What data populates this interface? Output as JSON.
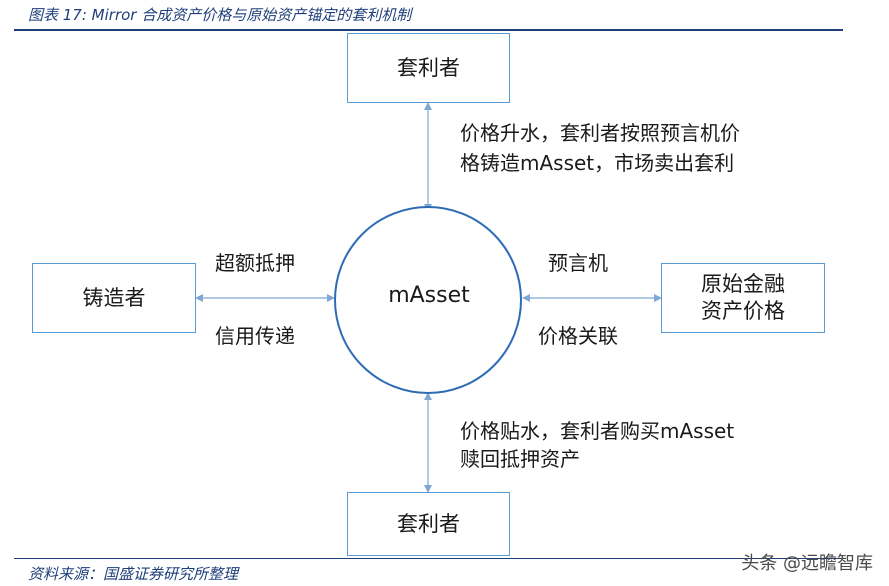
{
  "caption": "图表 17: Mirror 合成资产价格与原始资产锚定的套利机制",
  "source": "资料来源：国盛证券研究所整理",
  "watermark": "头条 @远瞻智库",
  "nodes": {
    "top_arbitrageur": "套利者",
    "bottom_arbitrageur": "套利者",
    "minter": "铸造者",
    "center": "mAsset",
    "original_asset": [
      "原始金融",
      "资产价格"
    ]
  },
  "edge_labels": {
    "top": [
      "价格升水，套利者按照预言机价",
      "格铸造mAsset，市场卖出套利"
    ],
    "bottom": [
      "价格贴水，套利者购买mAsset",
      "赎回抵押资产"
    ],
    "left_above": "超额抵押",
    "left_below": "信用传递",
    "right_above": "预言机",
    "right_below": "价格关联"
  },
  "colors": {
    "box_border": "#5b9bd5",
    "arrow": "#7fa7d4",
    "circle_border": "#2e6bb5",
    "caption": "#1f3f7a"
  }
}
